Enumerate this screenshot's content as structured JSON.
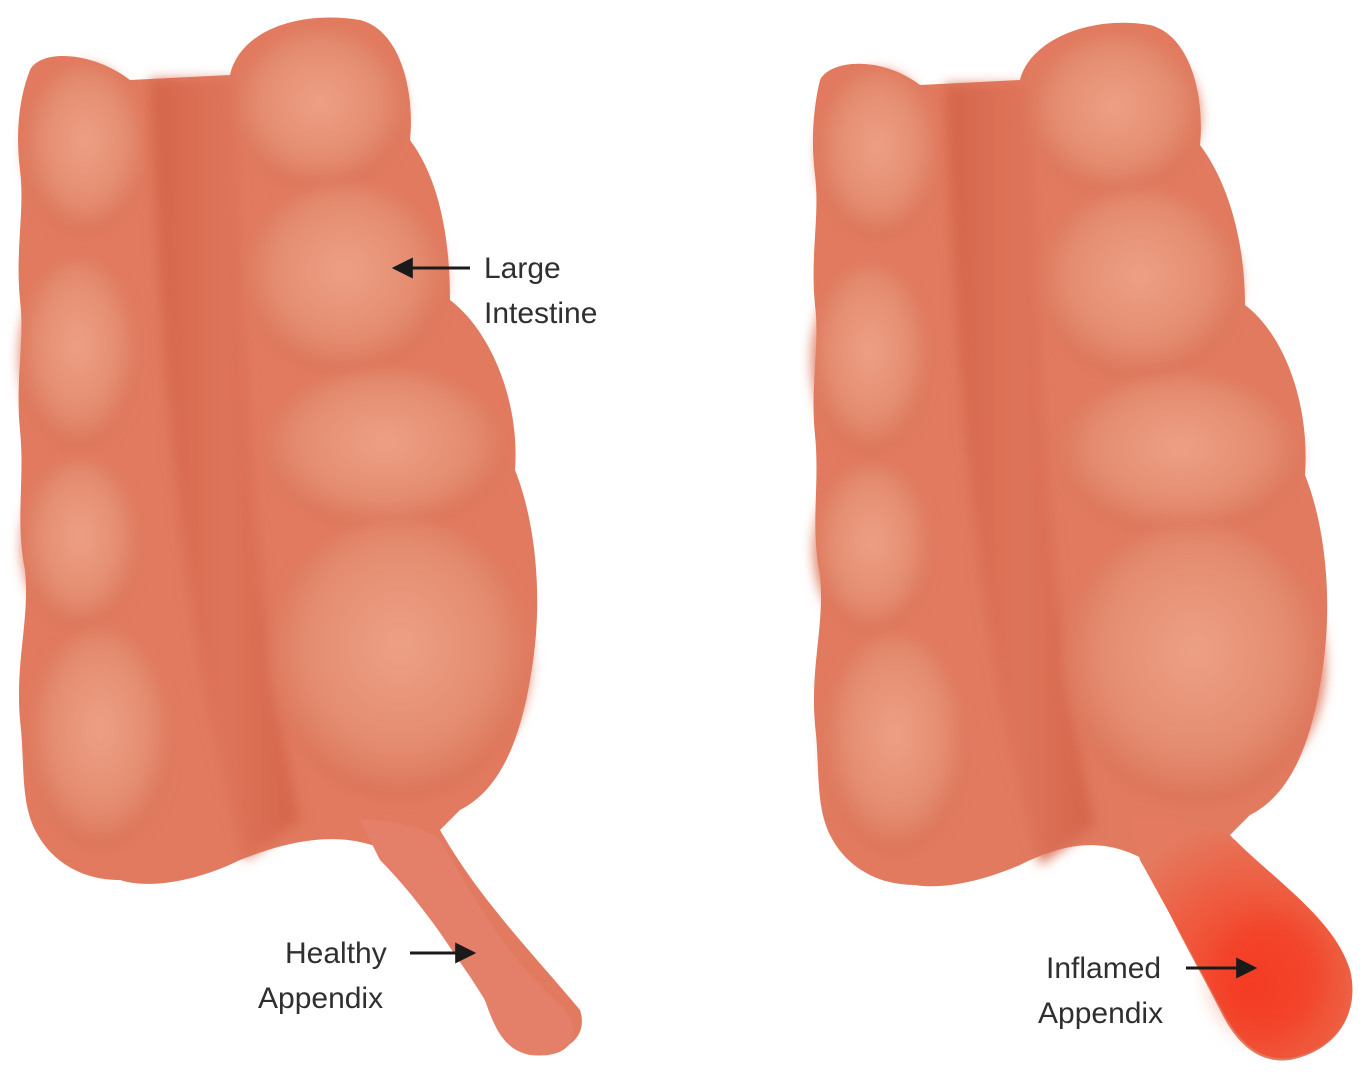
{
  "colors": {
    "intestine_base": "#e17a5f",
    "intestine_shadow": "#d86a4f",
    "haustra_highlight": "#eda085",
    "inflamed": "#f2482f",
    "label_text": "#2f2f2f",
    "background": "#ffffff"
  },
  "diagrams": [
    {
      "labels": {
        "large_intestine_line1": "Large",
        "large_intestine_line2": "Intestine",
        "appendix_line1": "Healthy",
        "appendix_line2": "Appendix"
      }
    },
    {
      "labels": {
        "appendix_line1": "Inflamed",
        "appendix_line2": "Appendix"
      }
    }
  ]
}
